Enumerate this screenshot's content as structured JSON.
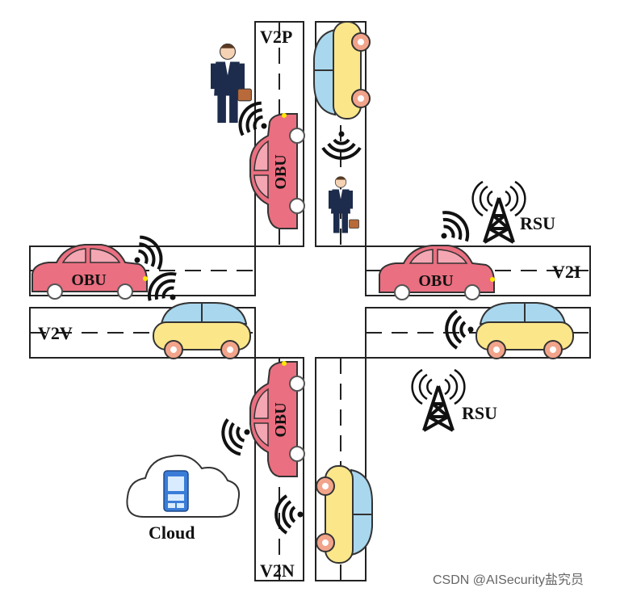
{
  "labels": {
    "v2p": "V2P",
    "v2v": "V2V",
    "v2i": "V2I",
    "v2n": "V2N",
    "rsu_top": "RSU",
    "rsu_bottom": "RSU",
    "cloud": "Cloud",
    "obu": "OBU"
  },
  "watermark": "CSDN @AISecurity盐究员",
  "colors": {
    "red_car": "#ea6f80",
    "yellow_car": "#fbe68a",
    "car_glass": "#a9d7ee",
    "wheel": "#f2a48b",
    "person_suit": "#1d2c4c",
    "briefcase": "#b86a3a",
    "cloud_device": "#3a7dd8"
  }
}
